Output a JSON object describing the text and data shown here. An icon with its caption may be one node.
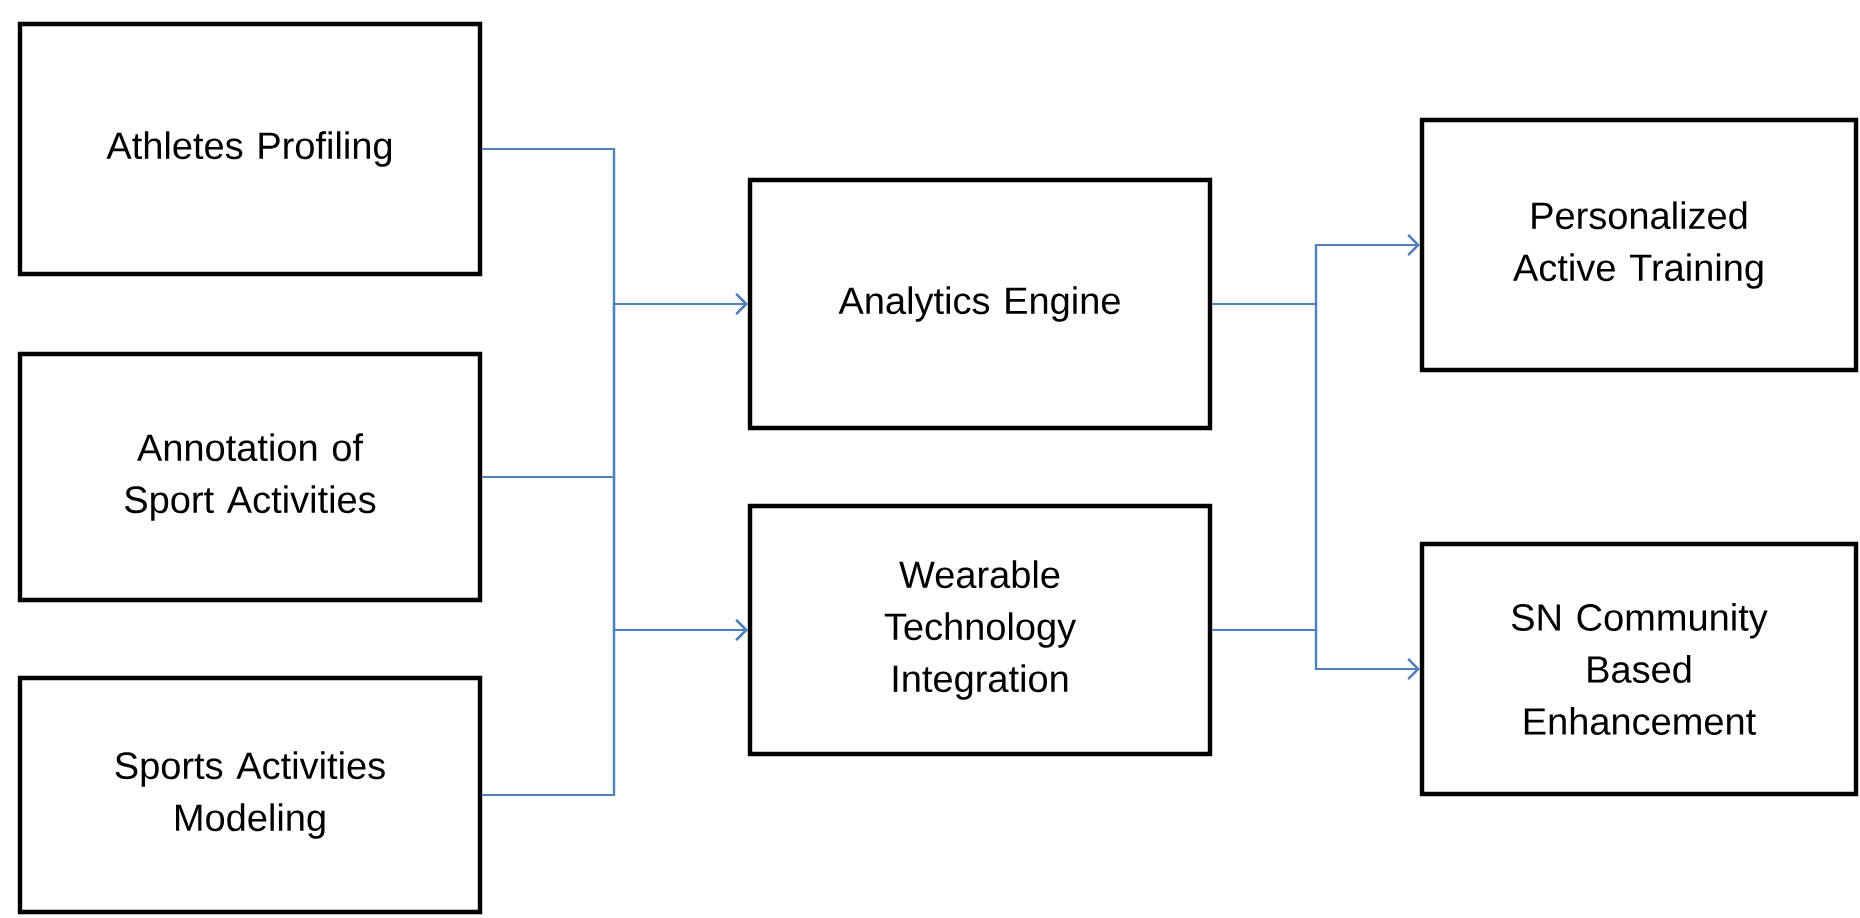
{
  "diagram": {
    "nodes": [
      {
        "text": [
          "Athletes Profiling"
        ]
      },
      {
        "text": [
          "Annotation of Sport Activities"
        ]
      },
      {
        "text": [
          "Sports Activities Modeling"
        ]
      },
      {
        "text": [
          "Analytics Engine"
        ]
      },
      {
        "text": [
          "Wearable Technology Integration"
        ]
      },
      {
        "text": [
          "Personalized Active Training"
        ]
      },
      {
        "text": [
          "SN Community Based Enhancement"
        ]
      }
    ],
    "edges": [
      {
        "from": 0,
        "to": 3,
        "arrow": "to"
      },
      {
        "from": 0,
        "to": 4,
        "arrow": "to"
      },
      {
        "from": 1,
        "to": 3,
        "arrow": "to"
      },
      {
        "from": 1,
        "to": 4,
        "arrow": "to"
      },
      {
        "from": 2,
        "to": 3,
        "arrow": "to"
      },
      {
        "from": 2,
        "to": 4,
        "arrow": "to"
      },
      {
        "from": 3,
        "to": 5,
        "arrow": "to"
      },
      {
        "from": 3,
        "to": 6,
        "arrow": "to"
      },
      {
        "from": 4,
        "to": 5,
        "arrow": "to"
      },
      {
        "from": 4,
        "to": 6,
        "arrow": "to"
      }
    ]
  }
}
